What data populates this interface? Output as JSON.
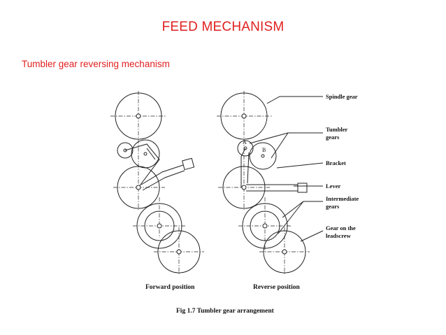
{
  "slide": {
    "title": "FEED MECHANISM",
    "subtitle": "Tumbler gear reversing mechanism"
  },
  "figure": {
    "caption": "Fig 1.7 Tumbler gear arrangement",
    "forward_label": "Forward position",
    "reverse_label": "Reverse position",
    "point_a": "A",
    "point_b": "B",
    "callouts": {
      "spindle_gear": "Spindle gear",
      "tumbler_1": "Tumbler",
      "tumbler_2": "gears",
      "bracket": "Bracket",
      "lever": "Lever",
      "intermediate_1": "Intermediate",
      "intermediate_2": "gears",
      "leadscrew_1": "Gear on the",
      "leadscrew_2": "leadscrew"
    }
  }
}
